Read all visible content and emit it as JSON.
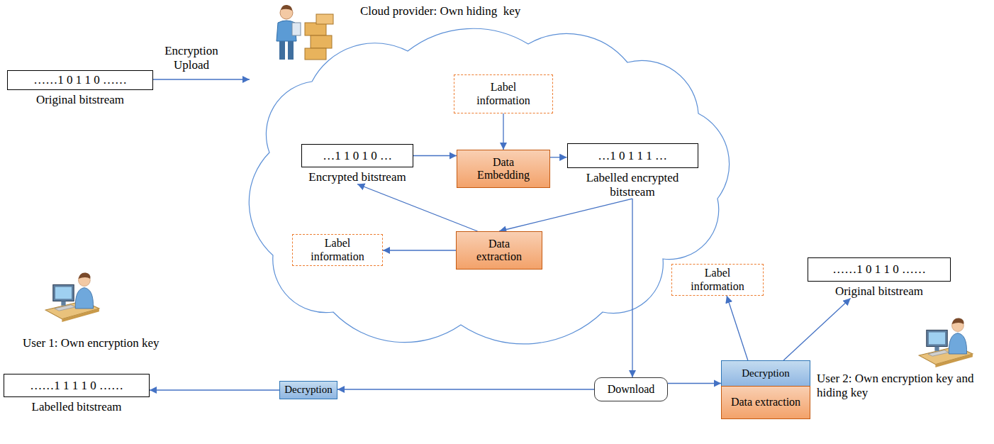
{
  "diagram": {
    "nodes": [
      {
        "text": [
          "……1 0 1 1 0 ……",
          "Original bitstream"
        ]
      },
      {
        "text": [
          "Label information"
        ]
      },
      {
        "text": [
          "…1 1 0 1 0 …",
          "Encrypted bitstream"
        ]
      },
      {
        "text": [
          "Data Embedding"
        ]
      },
      {
        "text": [
          "…1 0 1 1 1 …",
          "Labelled encrypted bitstream"
        ]
      },
      {
        "text": [
          "Label information"
        ]
      },
      {
        "text": [
          "Data extraction"
        ]
      },
      {
        "text": [
          "Label information"
        ]
      },
      {
        "text": [
          "……1 0 1 1 0 ……",
          "Original bitstream"
        ]
      },
      {
        "text": [
          "Download"
        ]
      },
      {
        "text": [
          "Decryption"
        ]
      },
      {
        "text": [
          "……1 1 1 1 0 ……",
          "Labelled bitstream"
        ]
      },
      {
        "text": [
          "Decryption"
        ]
      },
      {
        "text": [
          "Data extraction"
        ]
      }
    ],
    "edges": [
      {
        "from": 1,
        "to": 3,
        "arrow": "to"
      },
      {
        "from": 2,
        "to": 3,
        "arrow": "to"
      },
      {
        "from": 3,
        "to": 4,
        "arrow": "to"
      },
      {
        "from": 4,
        "to": 6,
        "arrow": "to"
      },
      {
        "from": 6,
        "to": 2,
        "arrow": "to"
      },
      {
        "from": 6,
        "to": 5,
        "arrow": "to"
      },
      {
        "from": 4,
        "to": 9,
        "arrow": "to"
      },
      {
        "from": 9,
        "to": 10,
        "arrow": "to"
      },
      {
        "from": 10,
        "to": 11,
        "arrow": "to"
      },
      {
        "from": 9,
        "to": 12,
        "arrow": "to"
      },
      {
        "from": 12,
        "to": 7,
        "arrow": "to"
      },
      {
        "from": 12,
        "to": 8,
        "arrow": "to"
      }
    ],
    "labels": [
      "Cloud provider: Own hiding  key",
      "Encryption Upload",
      "User 1: Own encryption key",
      "User 2: Own encryption key and hiding key"
    ]
  }
}
